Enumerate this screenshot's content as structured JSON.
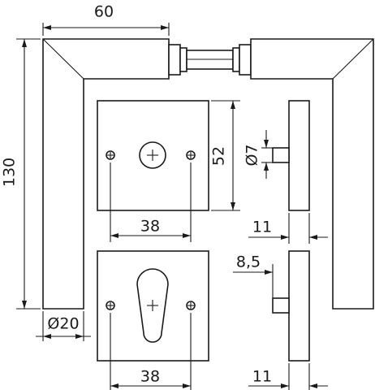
{
  "dimensions": {
    "handle_width": "60",
    "handle_height": "130",
    "rose_height": "52",
    "screw_spacing_top": "38",
    "screw_spacing_bottom": "38",
    "spindle_diameter": "Ø7",
    "rose_thickness_top": "11",
    "rose_thickness_bottom": "11",
    "cylinder_offset": "8,5",
    "handle_diameter": "Ø20"
  }
}
